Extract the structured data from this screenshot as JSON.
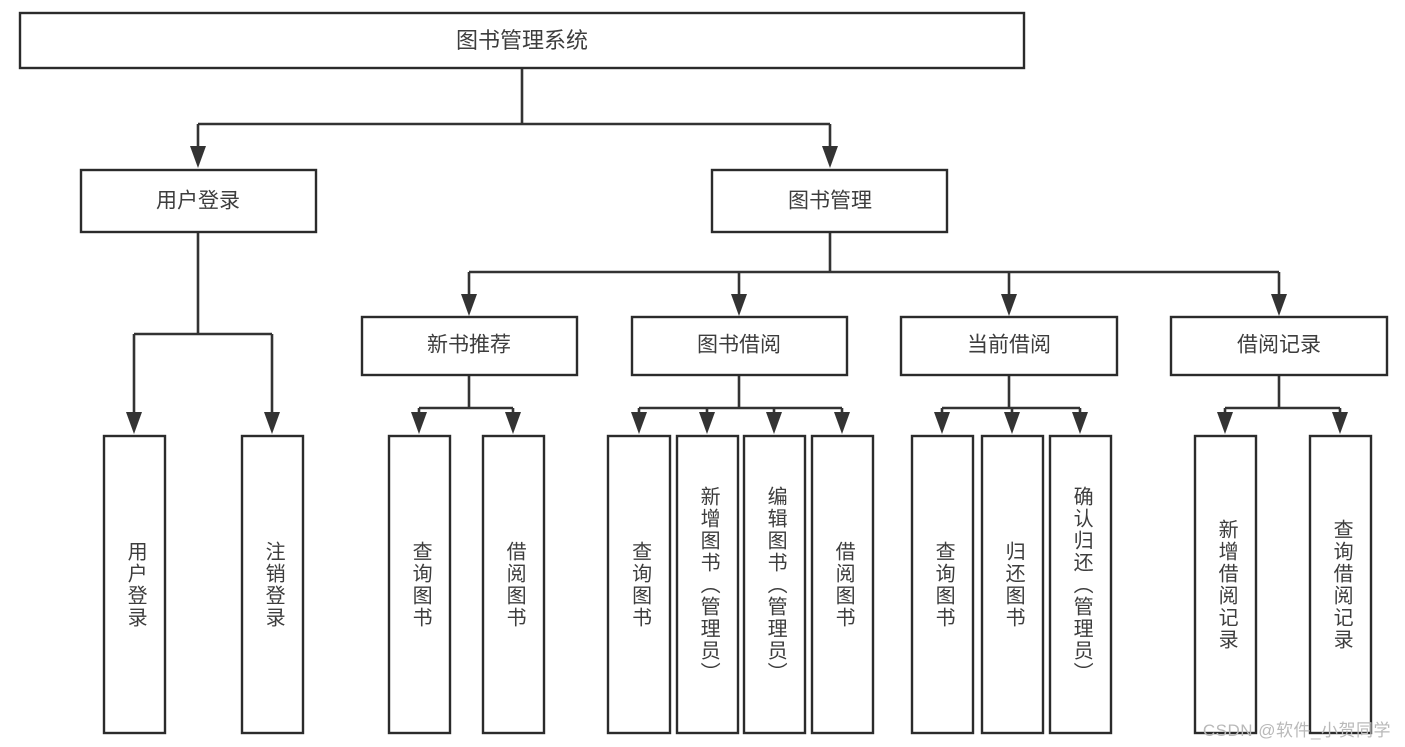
{
  "diagram": {
    "title": "图书管理系统",
    "type": "tree-hierarchy-diagram",
    "colors": {
      "box_stroke": "#2b2b2b",
      "box_fill": "#ffffff",
      "connector": "#333333",
      "text": "#3d3d3d",
      "watermark": "#b9b9b9",
      "background": "#ffffff"
    },
    "root": {
      "label": "图书管理系统"
    },
    "level2": [
      {
        "id": "user-login",
        "label": "用户登录"
      },
      {
        "id": "book-management",
        "label": "图书管理"
      }
    ],
    "level3": [
      {
        "id": "new-book-recommend",
        "label": "新书推荐"
      },
      {
        "id": "book-borrow",
        "label": "图书借阅"
      },
      {
        "id": "current-borrow",
        "label": "当前借阅"
      },
      {
        "id": "borrow-record",
        "label": "借阅记录"
      }
    ],
    "leaves": {
      "user_login": [
        {
          "id": "leaf-user-login",
          "label": "用户登录"
        },
        {
          "id": "leaf-logout-login",
          "label": "注销登录"
        }
      ],
      "new_book_recommend": [
        {
          "id": "leaf-query-book-1",
          "label": "查询图书"
        },
        {
          "id": "leaf-borrow-book-1",
          "label": "借阅图书"
        }
      ],
      "book_borrow": [
        {
          "id": "leaf-query-book-2",
          "label": "查询图书"
        },
        {
          "id": "leaf-add-book",
          "label": "新增图书（管理员）"
        },
        {
          "id": "leaf-edit-book",
          "label": "编辑图书（管理员）"
        },
        {
          "id": "leaf-borrow-book-2",
          "label": "借阅图书"
        }
      ],
      "current_borrow": [
        {
          "id": "leaf-query-book-3",
          "label": "查询图书"
        },
        {
          "id": "leaf-return-book",
          "label": "归还图书"
        },
        {
          "id": "leaf-confirm-return",
          "label": "确认归还（管理员）"
        }
      ],
      "borrow_record": [
        {
          "id": "leaf-add-record",
          "label": "新增借阅记录"
        },
        {
          "id": "leaf-query-record",
          "label": "查询借阅记录"
        }
      ]
    }
  },
  "watermark": {
    "text": "CSDN @软件_小贺同学"
  }
}
